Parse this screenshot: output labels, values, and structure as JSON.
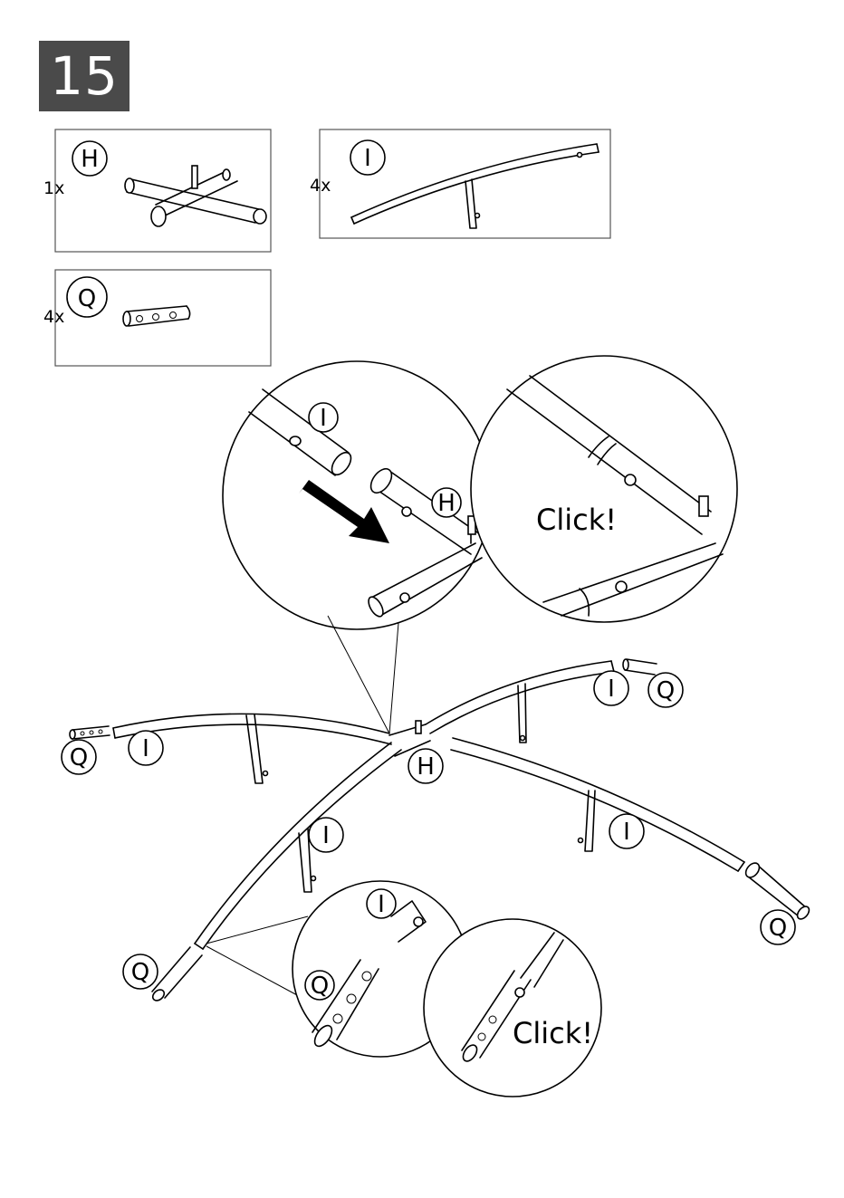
{
  "step": {
    "number": "15"
  },
  "parts": [
    {
      "letter": "H",
      "qty": "1x"
    },
    {
      "letter": "I",
      "qty": "4x"
    },
    {
      "letter": "Q",
      "qty": "4x"
    }
  ],
  "labels": {
    "I": "I",
    "H": "H",
    "Q": "Q",
    "click": "Click!"
  },
  "colors": {
    "step_box": "#4a4a4a",
    "line": "#000000",
    "part_box_border": "#555555"
  }
}
